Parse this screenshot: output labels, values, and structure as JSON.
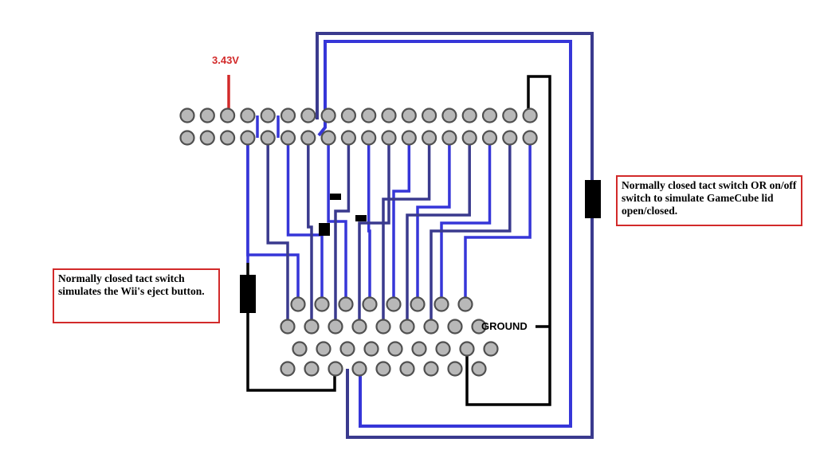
{
  "labels": {
    "voltage": "3.43V",
    "ground": "GROUND"
  },
  "callouts": {
    "eject_switch": "Normally closed tact switch simulates the Wii's eject button.",
    "lid_switch": "Normally closed tact switch OR on/off switch to simulate GameCube lid open/closed."
  },
  "colors": {
    "wire_blue": "#3636d8",
    "wire_dark_blue": "#3a3a8e",
    "wire_black": "#000000",
    "voltage_wire": "#d22a2a",
    "callout_border": "#d22a2a",
    "pin_fill": "#b8b8b8",
    "pin_outline": "#505050"
  },
  "components": {
    "top_header": {
      "rows": 2,
      "pins_per_row": 18
    },
    "bottom_connector": {
      "rows": 4,
      "pins_per_row": 9
    }
  }
}
